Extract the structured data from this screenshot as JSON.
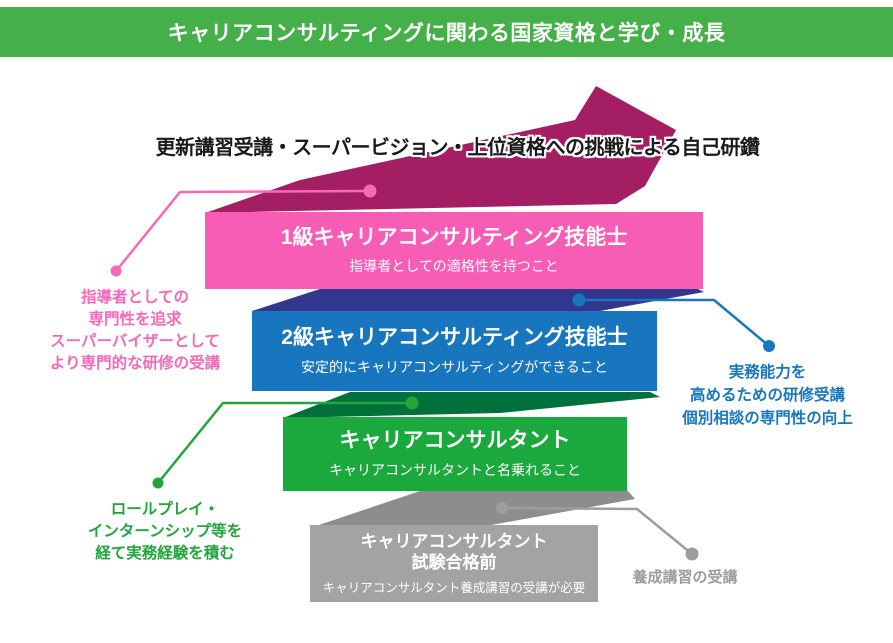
{
  "header": {
    "title": "キャリアコンサルティングに関わる国家資格と学び・成長",
    "bg_color": "#45AF49",
    "text_color": "#ffffff"
  },
  "arrow": {
    "caption": "更新講習受講・スーパービジョン・上位資格への挑戦による自己研鑽",
    "color": "#A41E63",
    "caption_color": "#1a1a1a"
  },
  "levels": [
    {
      "title": "1級キャリアコンサルティング技能士",
      "subtitle": "指導者としての適格性を持つこと",
      "color": "#F75DB4",
      "fold_color": "#A41E63"
    },
    {
      "title": "2級キャリアコンサルティング技能士",
      "subtitle": "安定的にキャリアコンサルティングができること",
      "color": "#1776BE",
      "fold_color": "#32368C"
    },
    {
      "title": "キャリアコンサルタント",
      "subtitle": "キャリアコンサルタントと名乗れること",
      "color": "#1BA83C",
      "fold_color": "#01703A"
    },
    {
      "title": "キャリアコンサルタント\n試験合格前",
      "subtitle": "キャリアコンサルタント養成講習の受講が必要",
      "color": "#A3A3A3",
      "fold_color": "#8D8D8D"
    }
  ],
  "annotations": [
    {
      "text": "指導者としての\n専門性を追求\nスーパーバイザーとして\nより専門的な研修の受講",
      "side": "left",
      "color": "#F768B7"
    },
    {
      "text": "実務能力を\n高めるための研修受講\n個別相談の専門性の向上",
      "side": "right",
      "color": "#1776BE"
    },
    {
      "text": "ロールプレイ・\nインターンシップ等を\n経て実務経験を積む",
      "side": "left",
      "color": "#21A53D"
    },
    {
      "text": "養成講習の受講",
      "side": "right",
      "color": "#9D9D9D"
    }
  ]
}
